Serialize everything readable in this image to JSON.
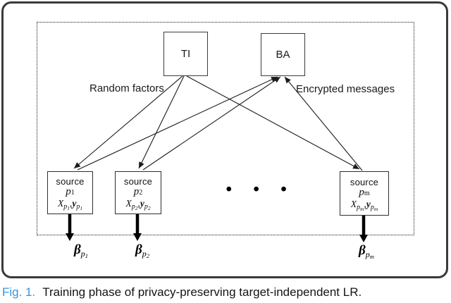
{
  "diagram": {
    "ti_label": "TI",
    "ba_label": "BA",
    "random_factors_label": "Random factors",
    "encrypted_messages_label": "Encrypted messages",
    "ellipsis": "• • •",
    "sources": [
      {
        "title": "source",
        "p": "p",
        "idx": "1",
        "X": "X",
        "comma": ",",
        "y": "y",
        "beta": "β"
      },
      {
        "title": "source",
        "p": "p",
        "idx": "2",
        "X": "X",
        "comma": ",",
        "y": "y",
        "beta": "β"
      },
      {
        "title": "source",
        "p": "p",
        "idx": "m",
        "X": "X",
        "comma": ",",
        "y": "y",
        "beta": "β"
      }
    ]
  },
  "caption": {
    "fig_label": "Fig. 1.",
    "text": "Training phase of privacy-preserving target-independent LR."
  },
  "colors": {
    "fig_label_blue": "#3693e3",
    "frame_dark": "#3a3a3a"
  }
}
